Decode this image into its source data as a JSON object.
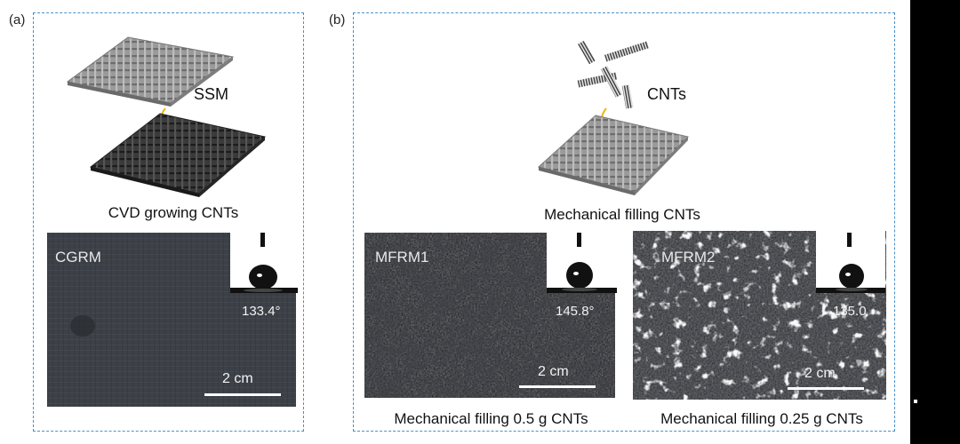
{
  "panel_a": {
    "letter": "(a)",
    "ssm_label": "SSM",
    "caption": "CVD growing CNTs",
    "photo": {
      "label": "CGRM",
      "angle": "133.4°",
      "scale": "2 cm"
    }
  },
  "panel_b": {
    "letter": "(b)",
    "cnts_label": "CNTs",
    "caption": "Mechanical filling CNTs",
    "photo1": {
      "label": "MFRM1",
      "angle": "145.8°",
      "scale": "2 cm",
      "caption": "Mechanical filling 0.5 g CNTs"
    },
    "photo2": {
      "label": "MFRM2",
      "angle": "135.0",
      "scale": "2 cm",
      "caption": "Mechanical filling 0.25 g CNTs"
    }
  },
  "colors": {
    "frame": "#4a90c8",
    "arrow": "#f0b400",
    "mesh_light": "#8a8a8a",
    "mesh_dark": "#2e2e2e"
  }
}
